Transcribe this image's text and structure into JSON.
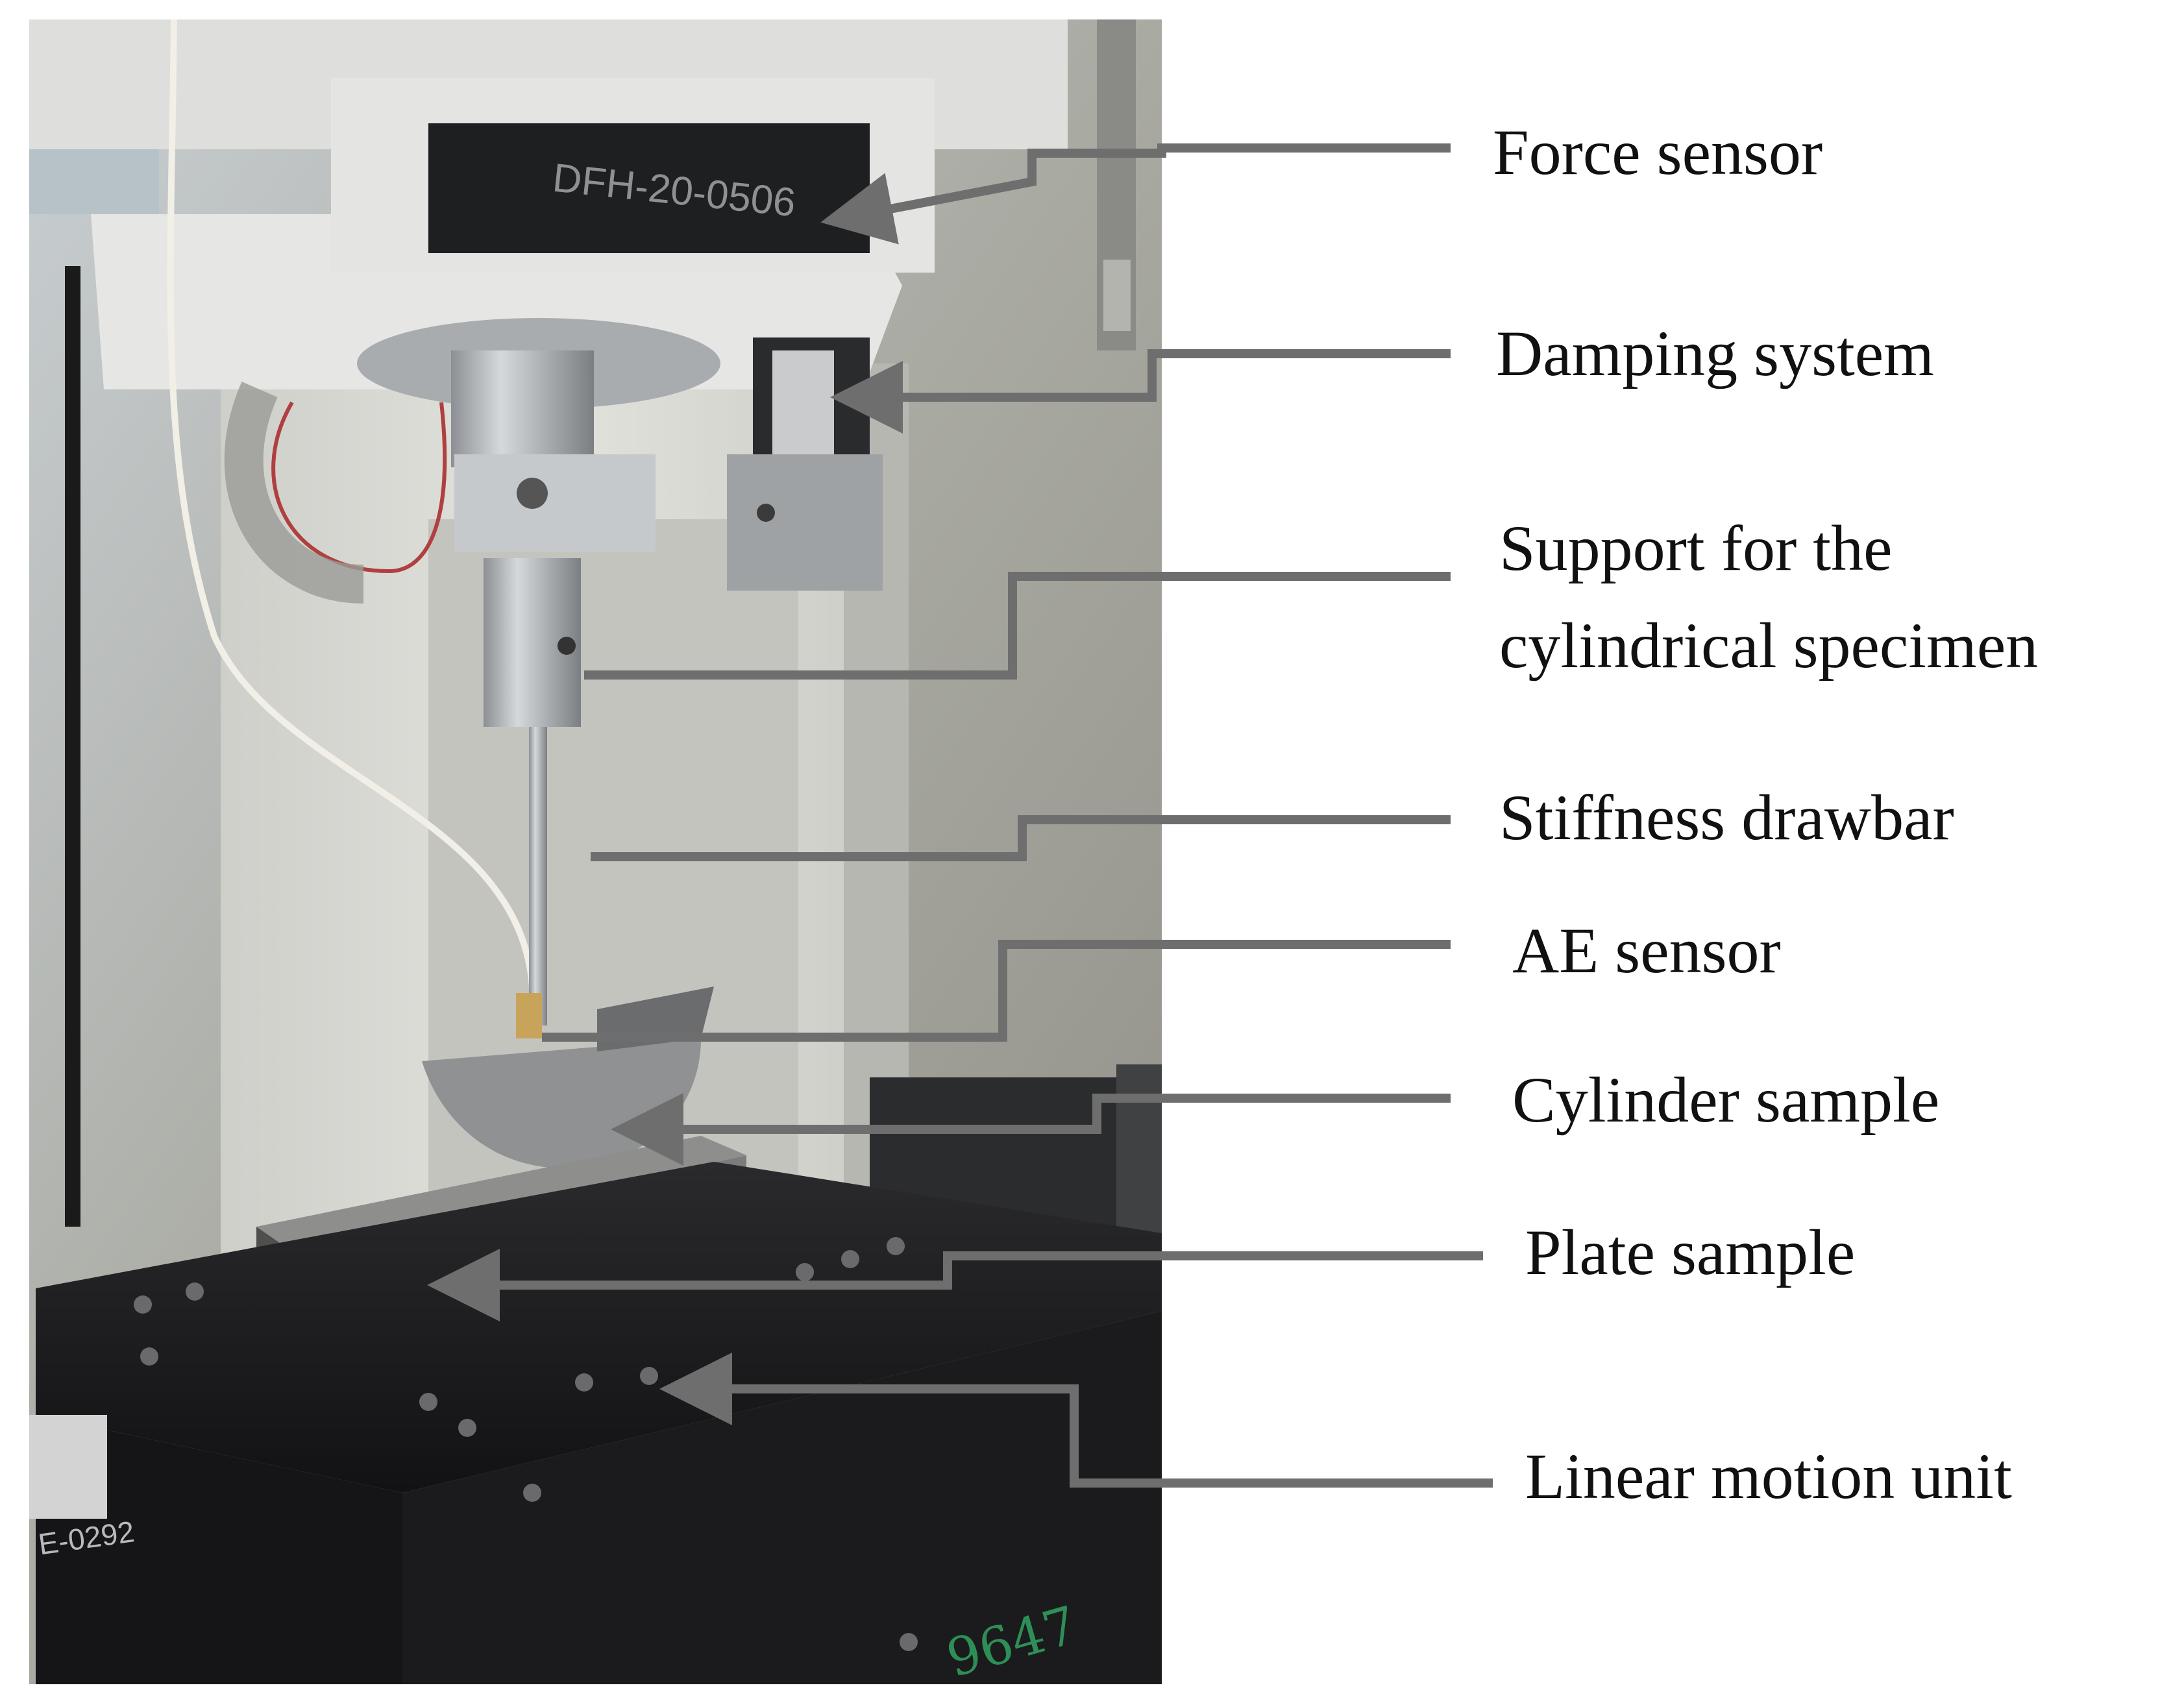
{
  "figure": {
    "colors": {
      "background": "#ffffff",
      "leader_line": "#6e6e6e",
      "label_text": "#111111",
      "machine_frame": "#dcdcd8",
      "stage_black": "#1d1d1f",
      "metal": "#b8bcbf"
    },
    "photo": {
      "nameplate_text": "DFH-20-0506",
      "rail_stamp": "E-0292",
      "handwritten_mark": "9647"
    },
    "labels": {
      "force_sensor": "Force sensor",
      "damping_system": "Damping system",
      "support_line1": "Support for the",
      "support_line2": "cylindrical specimen",
      "stiffness_drawbar": "Stiffness drawbar",
      "ae_sensor": "AE sensor",
      "cylinder_sample": "Cylinder sample",
      "plate_sample": "Plate sample",
      "linear_motion_unit": "Linear motion unit"
    }
  }
}
